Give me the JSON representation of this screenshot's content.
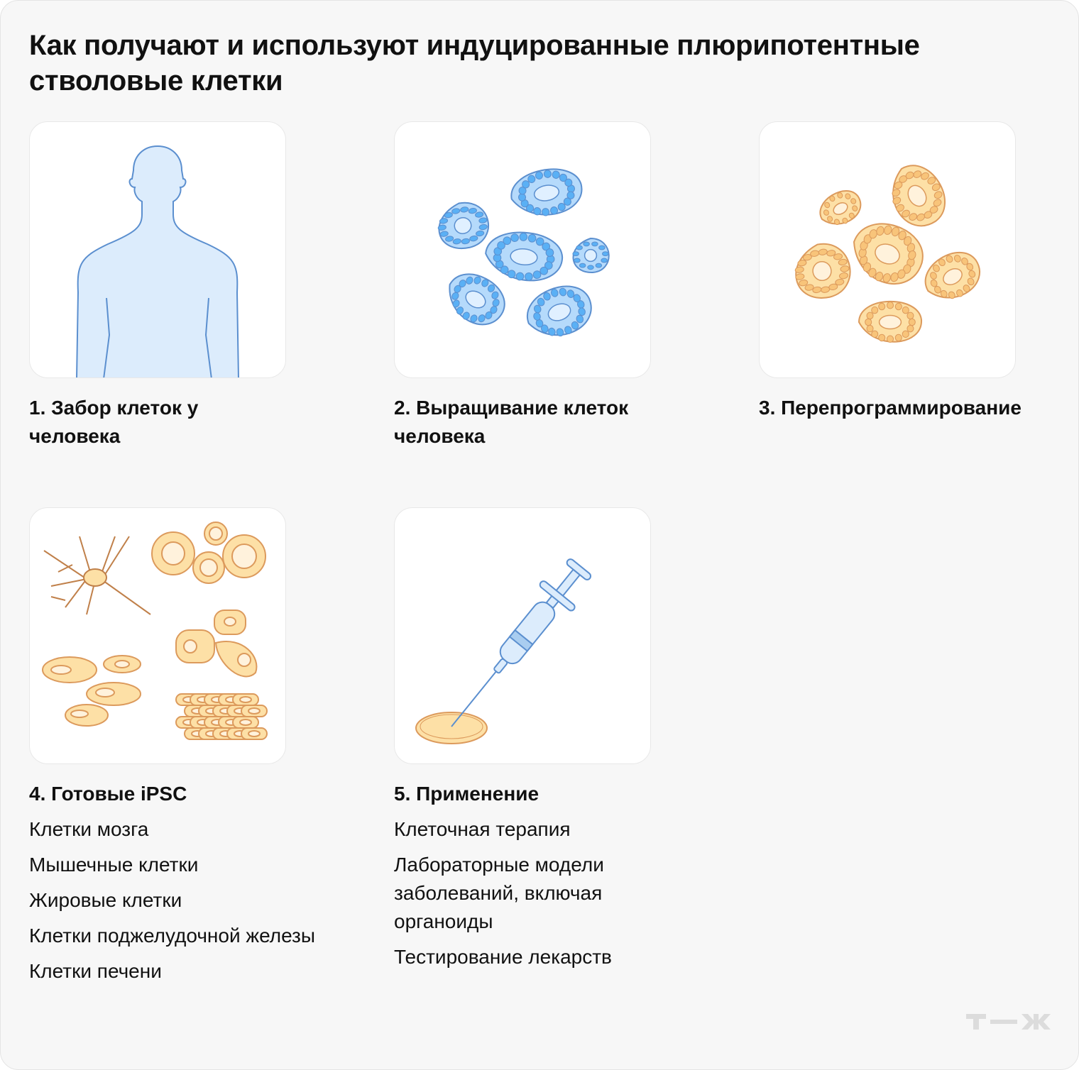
{
  "title": "Как получают и используют индуцированные плюрипотентные стволовые клетки",
  "steps": [
    {
      "caption": "1. Забор клеток у человека",
      "icon": "human-silhouette"
    },
    {
      "caption": "2. Выращивание клеток человека",
      "icon": "blue-cells"
    },
    {
      "caption": "3. Перепрограммирование",
      "icon": "orange-cells"
    },
    {
      "caption": "4. Готовые iPSC",
      "icon": "differentiated-cells",
      "items": [
        "Клетки мозга",
        "Мышечные клетки",
        "Жировые клетки",
        "Клетки поджелудочной железы",
        "Клетки печени"
      ]
    },
    {
      "caption": "5. Применение",
      "icon": "syringe",
      "items": [
        "Клеточная терапия",
        "Лабораторные модели заболеваний, включая органоиды",
        "Тестирование лекарств"
      ]
    }
  ],
  "logo": "Т—Ж",
  "colors": {
    "blue_fill": "#b5dafb",
    "blue_stroke": "#5b8fcf",
    "orange_fill": "#fde0a6",
    "orange_stroke": "#dc9a5c",
    "human_fill": "#dcecfc"
  }
}
